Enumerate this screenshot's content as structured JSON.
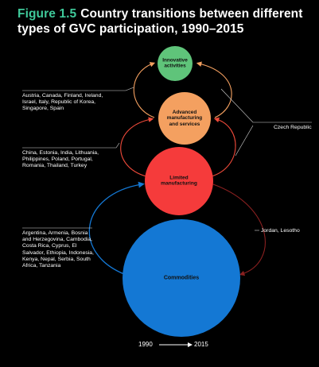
{
  "title": {
    "figure_label": "Figure 1.5",
    "text": "Country transitions between different types of GVC participation, 1990–2015"
  },
  "nodes": [
    {
      "id": "innovative",
      "label": "Innovative activities",
      "color": "#5fc47a"
    },
    {
      "id": "advanced",
      "label": "Advanced manufacturing and services",
      "color": "#f4a060"
    },
    {
      "id": "limited",
      "label": "Limited manufacturing",
      "color": "#f53b3b"
    },
    {
      "id": "commodities",
      "label": "Commodities",
      "color": "#1478d4"
    }
  ],
  "transitions_left": [
    {
      "id": "advanced-to-innovative",
      "countries": "Austria, Canada, Finland, Ireland, Israel, Italy, Republic of Korea, Singapore, Spain"
    },
    {
      "id": "limited-to-advanced",
      "countries": "China, Estonia, India, Lithuania, Philippines, Poland, Portugal, Romania, Thailand, Turkey"
    },
    {
      "id": "commodities-to-limited",
      "countries": "Argentina, Armenia, Bosnia and Herzegovina, Cambodia, Costa Rica, Cyprus, El Salvador, Ethiopia, Indonesia, Kenya, Nepal, Serbia, South Africa, Tanzania"
    }
  ],
  "transitions_right": [
    {
      "id": "czech",
      "countries": "Czech Republic"
    },
    {
      "id": "jordan",
      "countries": "Jordan, Lesotho"
    }
  ],
  "timeline": {
    "start": "1990",
    "end": "2015"
  },
  "colors": {
    "background": "#000000",
    "title_accent": "#3fc99a",
    "arrow_orange": "#f4a060",
    "arrow_red": "#f04a3a",
    "arrow_blue": "#1478d4",
    "dark_red": "#8a2020"
  }
}
